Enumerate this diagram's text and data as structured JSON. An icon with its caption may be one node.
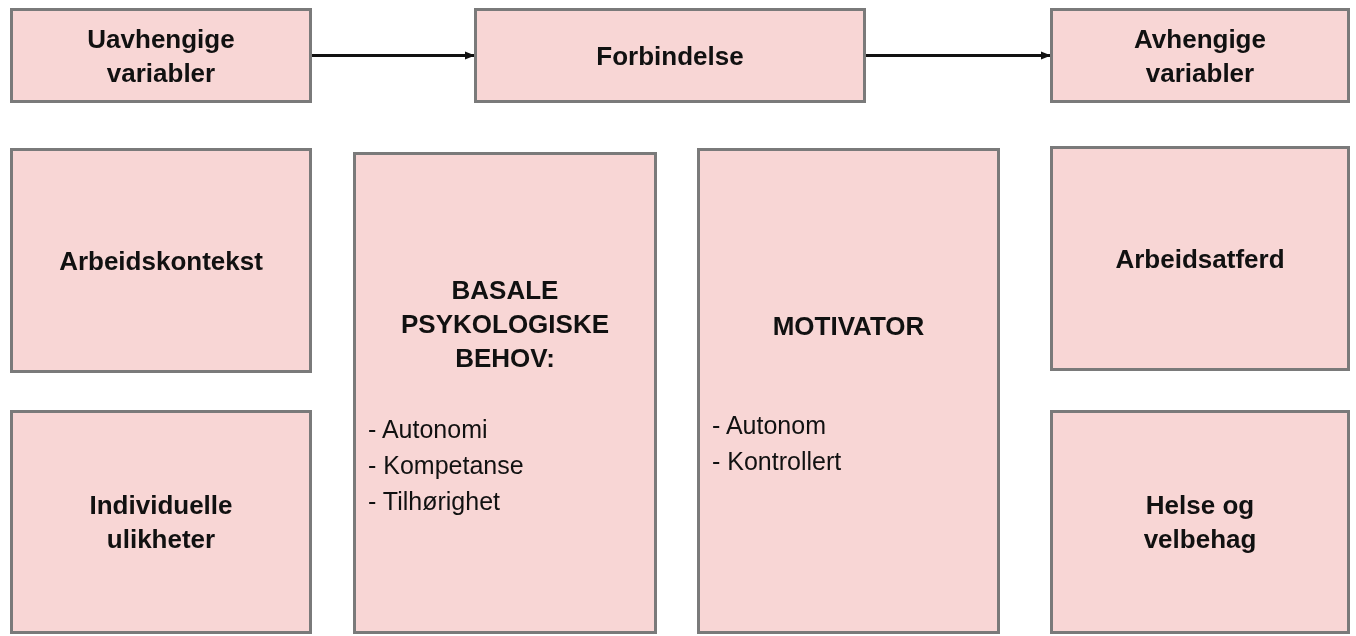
{
  "diagram": {
    "nodes": [
      {
        "text": [
          "Uavhengige variabler"
        ]
      },
      {
        "text": [
          "Forbindelse"
        ]
      },
      {
        "text": [
          "Avhengige variabler"
        ]
      },
      {
        "text": [
          "Arbeidskontekst"
        ]
      },
      {
        "text": [
          "BASALE PSYKOLOGISKE BEHOV:",
          "- Autonomi",
          "- Kompetanse",
          "- Tilhørighet"
        ]
      },
      {
        "text": [
          "MOTIVATOR",
          "- Autonom",
          "- Kontrollert"
        ]
      },
      {
        "text": [
          "Arbeidsatferd"
        ]
      },
      {
        "text": [
          "Individuelle ulikheter"
        ]
      },
      {
        "text": [
          "Helse og velbehag"
        ]
      }
    ],
    "edges": [
      {
        "from": 0,
        "to": 1,
        "arrow": "to"
      },
      {
        "from": 1,
        "to": 2,
        "arrow": "to"
      }
    ]
  }
}
